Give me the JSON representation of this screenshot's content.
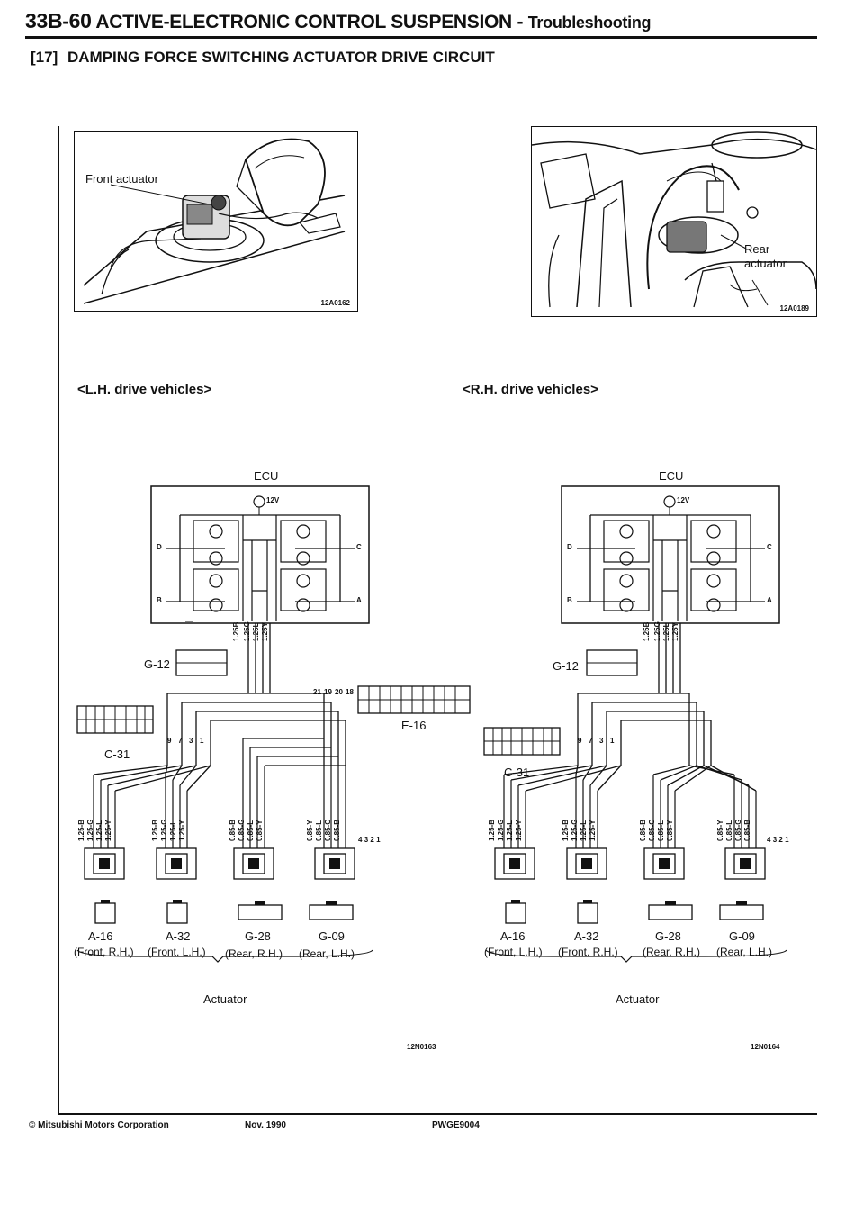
{
  "header": {
    "page_code": "33B-60",
    "chapter": "ACTIVE-ELECTRONIC CONTROL SUSPENSION",
    "dash": "-",
    "section": "Troubleshooting"
  },
  "title": {
    "number": "[17]",
    "text": "DAMPING FORCE SWITCHING ACTUATOR DRIVE CIRCUIT"
  },
  "photos": {
    "front": {
      "caption": "Front actuator",
      "ref": "12A0162"
    },
    "rear": {
      "caption_line1": "Rear",
      "caption_line2": "actuator",
      "ref": "12A0189"
    }
  },
  "diagrams": [
    {
      "heading": "<L.H. drive vehicles>",
      "ecu_label": "ECU",
      "ecu_supply": "12V",
      "ecu_terminals": [
        "D",
        "C",
        "B",
        "A"
      ],
      "ecu_connector": "G-12",
      "ecu_wires": [
        "1.25B",
        "1.25G",
        "1.25L",
        "1.25Y"
      ],
      "intermediate_connector": "C-31",
      "intermediate_pins": [
        "9",
        "7",
        "3",
        "1"
      ],
      "joint_connector": "E-16",
      "joint_pins": [
        "21",
        "19",
        "20",
        "18"
      ],
      "actuators": [
        {
          "code": "A-16",
          "position": "(Front, R.H.)",
          "wires": [
            "1.25-B",
            "1.25-G",
            "1.25-L",
            "1.25-Y"
          ]
        },
        {
          "code": "A-32",
          "position": "(Front, L.H.)",
          "wires": [
            "1.25-B",
            "1.25-G",
            "1.25-L",
            "1.25-Y"
          ]
        },
        {
          "code": "G-28",
          "position": "(Rear, R.H.)",
          "wires": [
            "0.85-B",
            "0.85-G",
            "0.85-L",
            "0.85-Y"
          ]
        },
        {
          "code": "G-09",
          "position": "(Rear, L.H.)",
          "wires": [
            "0.85-Y",
            "0.85-L",
            "0.85-G",
            "0.85-B"
          ]
        }
      ],
      "actuator_pins": [
        "4",
        "3",
        "2",
        "1"
      ],
      "group_label": "Actuator",
      "ref": "12N0163"
    },
    {
      "heading": "<R.H. drive vehicles>",
      "ecu_label": "ECU",
      "ecu_supply": "12V",
      "ecu_terminals": [
        "D",
        "C",
        "B",
        "A"
      ],
      "ecu_connector": "G-12",
      "ecu_wires": [
        "1.25B",
        "1.25G",
        "1.25L",
        "1.25Y"
      ],
      "intermediate_connector": "C-31",
      "intermediate_pins": [
        "9",
        "7",
        "3",
        "1"
      ],
      "actuators": [
        {
          "code": "A-16",
          "position": "(Front, L.H.)",
          "wires": [
            "1.25-B",
            "1.25-G",
            "1.25-L",
            "1.25-Y"
          ]
        },
        {
          "code": "A-32",
          "position": "(Front, R.H.)",
          "wires": [
            "1.25-B",
            "1.25-G",
            "1.25-L",
            "1.25-Y"
          ]
        },
        {
          "code": "G-28",
          "position": "(Rear, R.H.)",
          "wires": [
            "0.85-B",
            "0.85-G",
            "0.85-L",
            "0.85-Y"
          ]
        },
        {
          "code": "G-09",
          "position": "(Rear, L.H.)",
          "wires": [
            "0.85-Y",
            "0.85-L",
            "0.85-G",
            "0.85-B"
          ]
        }
      ],
      "actuator_pins": [
        "4",
        "3",
        "2",
        "1"
      ],
      "group_label": "Actuator",
      "ref": "12N0164"
    }
  ],
  "footer": {
    "copyright": "© Mitsubishi Motors Corporation",
    "date": "Nov. 1990",
    "code": "PWGE9004"
  }
}
